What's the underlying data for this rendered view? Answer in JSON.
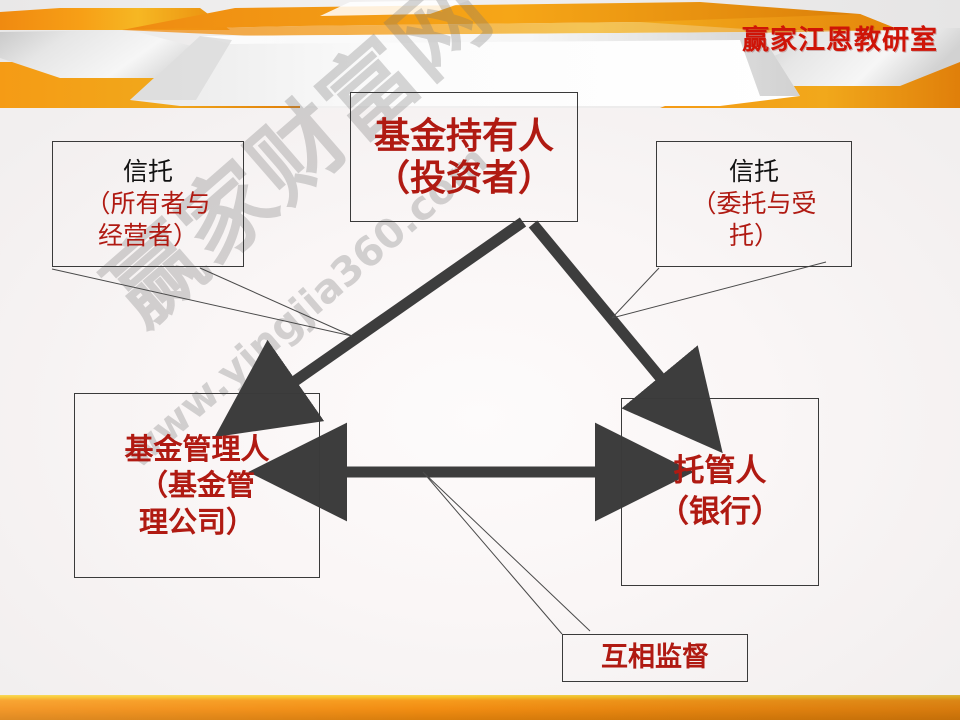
{
  "slide": {
    "title": "赢家江恩教研室",
    "accent_orange": "#f79b1c",
    "accent_red": "#b01a12",
    "title_red": "#cf1407",
    "arrow_color": "#3d3d3d"
  },
  "watermark": {
    "chinese": "赢家财富网",
    "url": "www.yingjia360.com"
  },
  "diagram": {
    "nodes": {
      "holder": {
        "line1": "基金持有人",
        "line2": "（投资者）"
      },
      "manager": {
        "line1": "基金管理人",
        "line2": "（基金管",
        "line3": "理公司）"
      },
      "custodian": {
        "line1": "托管人",
        "line2": "（银行）"
      }
    },
    "annotations": {
      "left": {
        "line1": "信托",
        "line2": "（所有者与",
        "line3": "经营者）"
      },
      "right": {
        "line1": "信托",
        "line2": "（委托与受",
        "line3": "托）"
      },
      "bottom": {
        "line1": "互相监督"
      }
    }
  }
}
